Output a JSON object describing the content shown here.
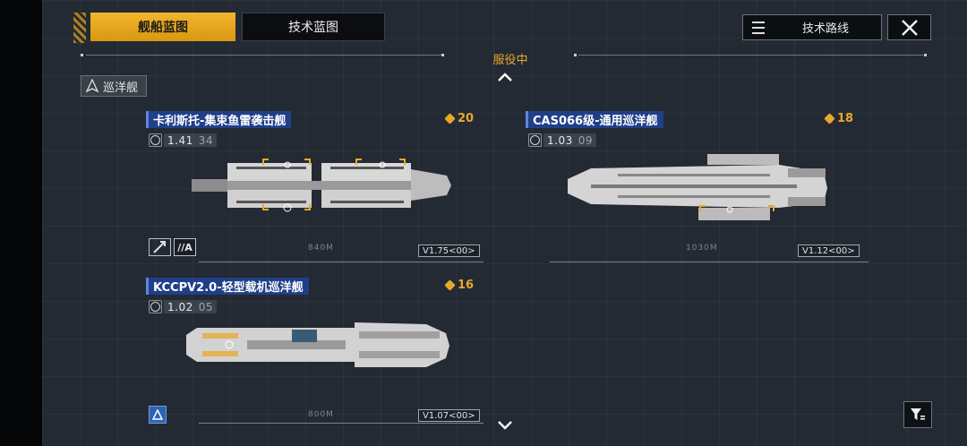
{
  "tabs": {
    "ship_blueprint": "舰船蓝图",
    "tech_blueprint": "技术蓝图"
  },
  "header": {
    "tech_route": "技术路线"
  },
  "section": {
    "label": "服役中"
  },
  "category": {
    "label": "巡洋舰"
  },
  "ships": [
    {
      "name": "卡利斯托-集束鱼雷袭击舰",
      "cost": "20",
      "version_main": "1.41",
      "version_sub": "34",
      "version_tag": "V1.75<00>",
      "role_tag": "//A",
      "length": "840M"
    },
    {
      "name": "CAS066级-通用巡洋舰",
      "cost": "18",
      "version_main": "1.03",
      "version_sub": "09",
      "version_tag": "V1.12<00>",
      "length": "1030M"
    },
    {
      "name": "KCCPV2.0-轻型载机巡洋舰",
      "cost": "16",
      "version_main": "1.02",
      "version_sub": "05",
      "version_tag": "V1.07<00>",
      "length": "800M"
    }
  ],
  "colors": {
    "accent": "#e8a82a",
    "name_bg": "#1f3f88",
    "bg": "#232a33"
  }
}
